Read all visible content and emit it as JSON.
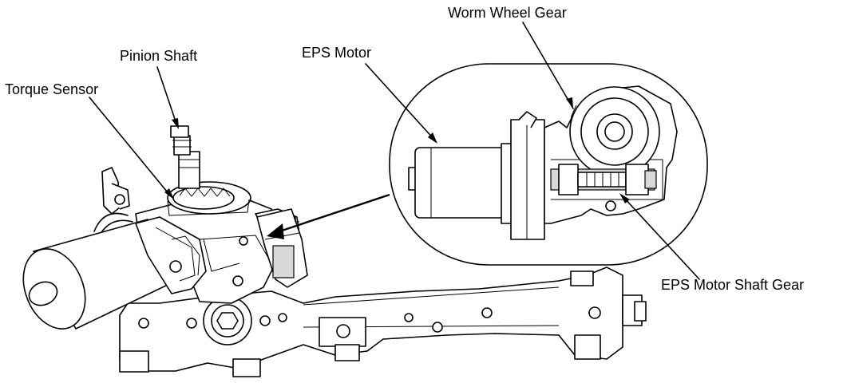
{
  "labels": {
    "worm_wheel_gear": "Worm Wheel Gear",
    "eps_motor": "EPS Motor",
    "pinion_shaft": "Pinion Shaft",
    "torque_sensor": "Torque Sensor",
    "eps_motor_shaft_gear": "EPS Motor Shaft Gear"
  },
  "colors": {
    "line": "#000000",
    "background": "#ffffff"
  }
}
